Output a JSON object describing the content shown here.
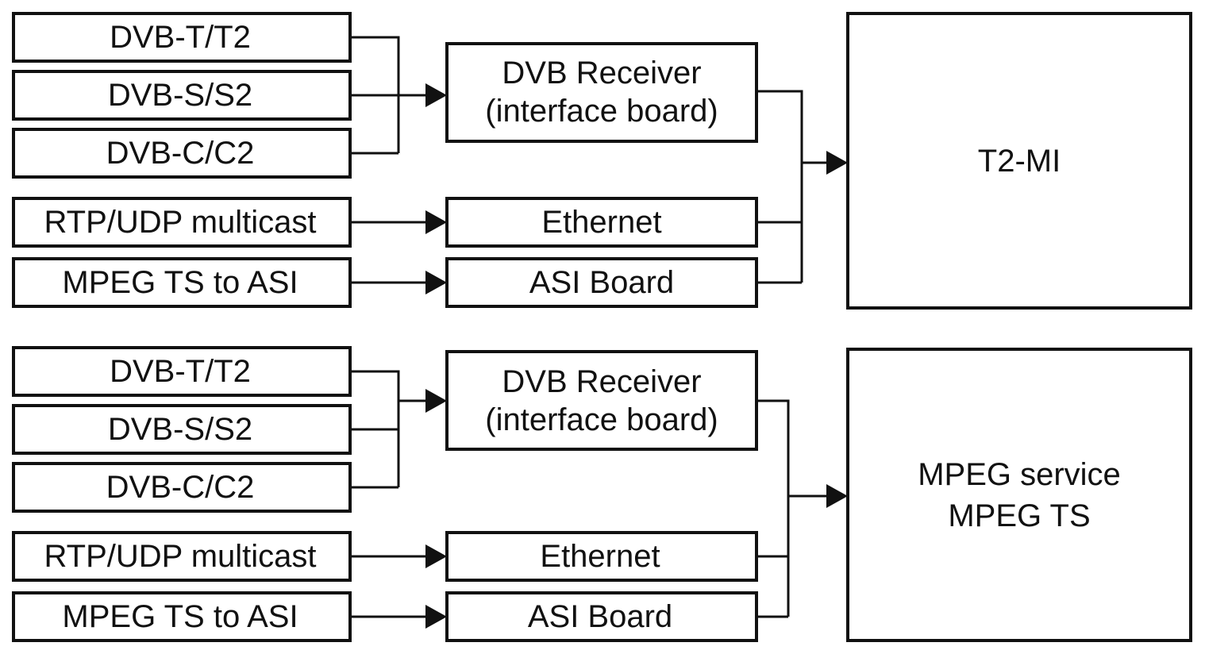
{
  "diagrams": [
    {
      "inputs": [
        "DVB-T/T2",
        "DVB-S/S2",
        "DVB-C/C2",
        "RTP/UDP multicast",
        "MPEG TS to ASI"
      ],
      "interfaces": [
        "DVB Receiver (interface board)",
        "Ethernet",
        "ASI Board"
      ],
      "receiver_lines": [
        "DVB Receiver",
        "(interface board)"
      ],
      "ethernet": "Ethernet",
      "asi_board": "ASI Board",
      "output_lines": [
        "T2-MI"
      ]
    },
    {
      "inputs": [
        "DVB-T/T2",
        "DVB-S/S2",
        "DVB-C/C2",
        "RTP/UDP multicast",
        "MPEG TS to ASI"
      ],
      "interfaces": [
        "DVB Receiver (interface board)",
        "Ethernet",
        "ASI Board"
      ],
      "receiver_lines": [
        "DVB Receiver",
        "(interface board)"
      ],
      "ethernet": "Ethernet",
      "asi_board": "ASI Board",
      "output_lines": [
        "MPEG service",
        "MPEG TS"
      ]
    }
  ],
  "colors": {
    "stroke": "#111111",
    "background": "#ffffff"
  }
}
